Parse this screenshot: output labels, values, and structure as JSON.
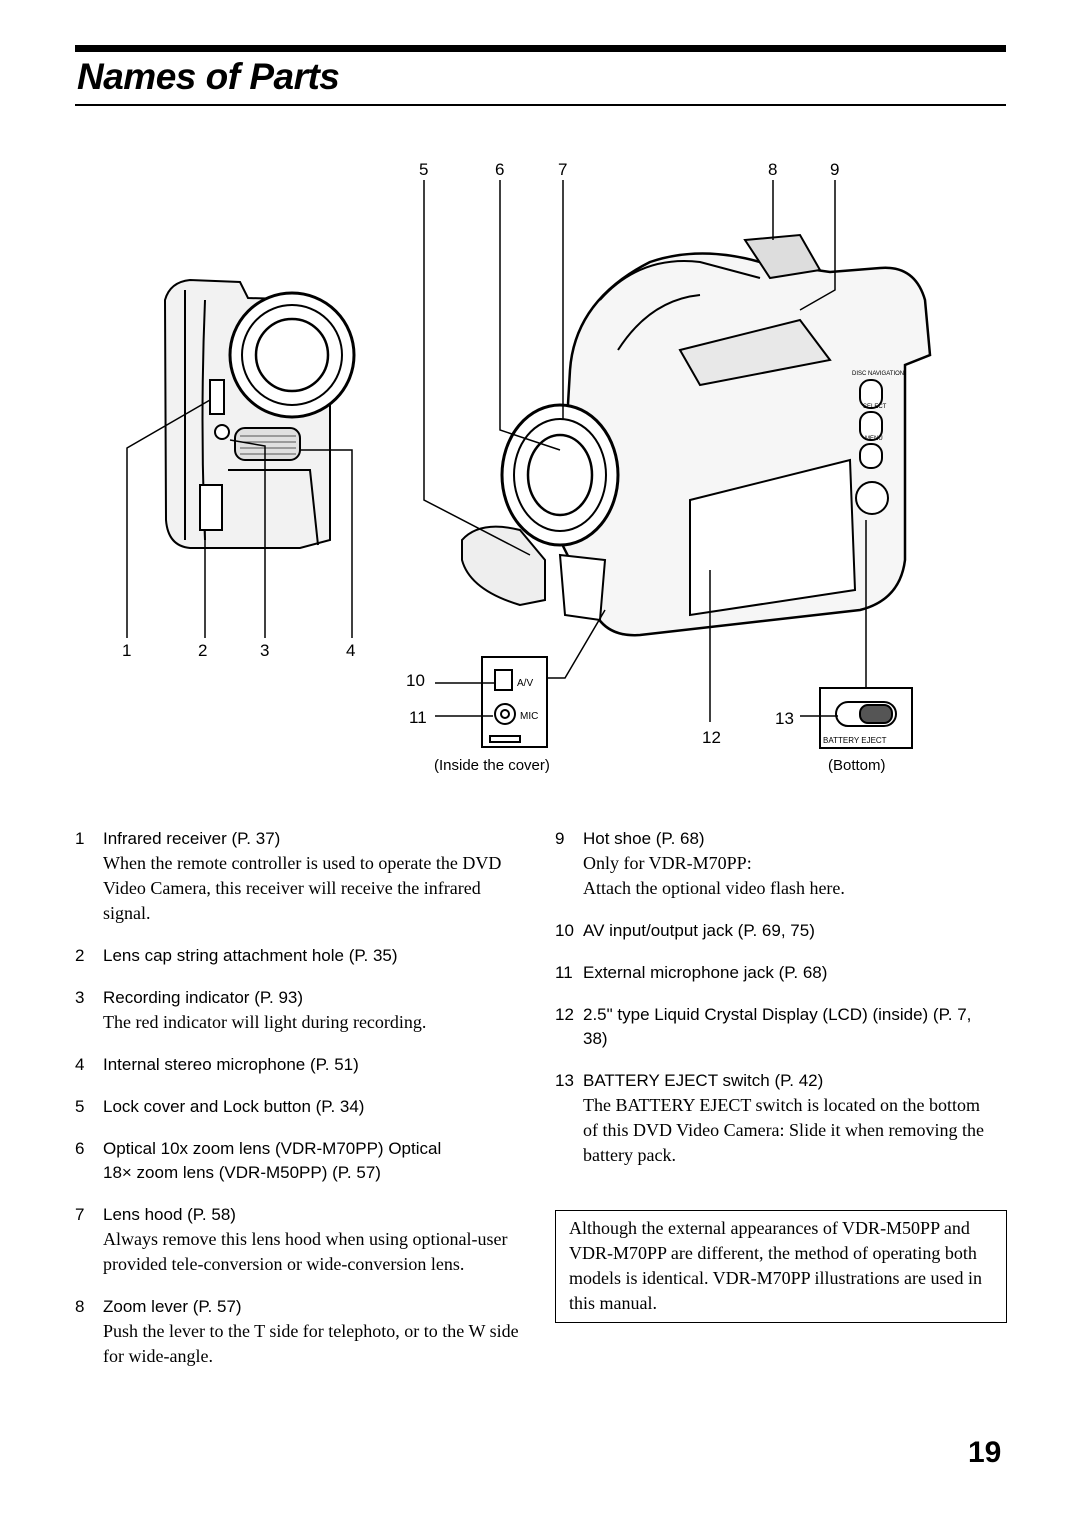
{
  "page": {
    "title": "Names of Parts",
    "page_number": "19"
  },
  "callouts": {
    "n1": "1",
    "n2": "2",
    "n3": "3",
    "n4": "4",
    "n5": "5",
    "n6": "6",
    "n7": "7",
    "n8": "8",
    "n9": "9",
    "n10": "10",
    "n11": "11",
    "n12": "12",
    "n13": "13"
  },
  "panel_labels": {
    "av": "A/V",
    "mic": "MIC",
    "battery_eject": "BATTERY EJECT",
    "disc_navigation": "DISC NAVIGATION",
    "select": "SELECT",
    "menu": "MENU"
  },
  "captions": {
    "inside_cover": "(Inside the cover)",
    "bottom": "(Bottom)"
  },
  "items": [
    {
      "num": "1",
      "label": "Infrared receiver (P. 37)",
      "desc": "When the remote controller is used to operate the DVD Video Camera, this receiver will receive the infrared signal."
    },
    {
      "num": "2",
      "label": "Lens cap string attachment hole (P. 35)",
      "desc": ""
    },
    {
      "num": "3",
      "label": "Recording indicator (P. 93)",
      "desc": "The red indicator will light during recording."
    },
    {
      "num": "4",
      "label": "Internal stereo microphone (P. 51)",
      "desc": ""
    },
    {
      "num": "5",
      "label": "Lock cover and Lock button (P. 34)",
      "desc": ""
    },
    {
      "num": "6",
      "label": "Optical 10x zoom lens (VDR-M70PP) Optical 18× zoom lens (VDR-M50PP) (P. 57)",
      "desc": ""
    },
    {
      "num": "7",
      "label": "Lens hood (P. 58)",
      "desc": "Always remove this lens hood when using optional-user provided tele-conversion or wide-conversion lens."
    },
    {
      "num": "8",
      "label": "Zoom lever (P. 57)",
      "desc": "Push the lever to the T side for telephoto, or to the W side for wide-angle."
    },
    {
      "num": "9",
      "label": "Hot shoe (P. 68)",
      "desc": "Only for VDR-M70PP:",
      "desc2": "Attach the optional video flash here."
    },
    {
      "num": "10",
      "label": "AV input/output jack (P. 69, 75)",
      "desc": ""
    },
    {
      "num": "11",
      "label": "External microphone jack (P. 68)",
      "desc": ""
    },
    {
      "num": "12",
      "label": "2.5\" type Liquid Crystal Display (LCD) (inside) (P. 7, 38)",
      "desc": ""
    },
    {
      "num": "13",
      "label": "BATTERY EJECT switch (P. 42)",
      "desc": "The BATTERY EJECT switch is located on the bottom of this DVD Video Camera: Slide it when removing the battery pack."
    }
  ],
  "note": "Although the external appearances of VDR-M50PP and VDR-M70PP are different, the method of operating both models is identical. VDR-M70PP illustrations are used in this manual."
}
